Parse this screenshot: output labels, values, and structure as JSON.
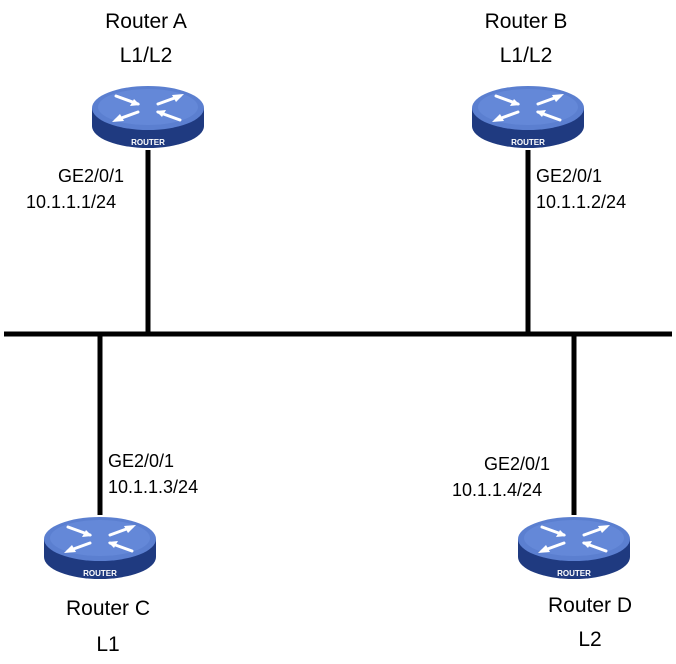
{
  "colors": {
    "line": "#000000",
    "router_top": "#5b7fd0",
    "router_side": "#1f3a80",
    "router_arrow": "#ffffff"
  },
  "routers": [
    {
      "id": "a",
      "name": "Router A",
      "level": "L1/L2",
      "badge": "ROUTER",
      "icon": "router-icon",
      "interface": "GE2/0/1",
      "ip": "10.1.1.1/24"
    },
    {
      "id": "b",
      "name": "Router B",
      "level": "L1/L2",
      "badge": "ROUTER",
      "icon": "router-icon",
      "interface": "GE2/0/1",
      "ip": "10.1.1.2/24"
    },
    {
      "id": "c",
      "name": "Router C",
      "level": "L1",
      "badge": "ROUTER",
      "icon": "router-icon",
      "interface": "GE2/0/1",
      "ip": "10.1.1.3/24"
    },
    {
      "id": "d",
      "name": "Router D",
      "level": "L2",
      "badge": "ROUTER",
      "icon": "router-icon",
      "interface": "GE2/0/1",
      "ip": "10.1.1.4/24"
    }
  ]
}
